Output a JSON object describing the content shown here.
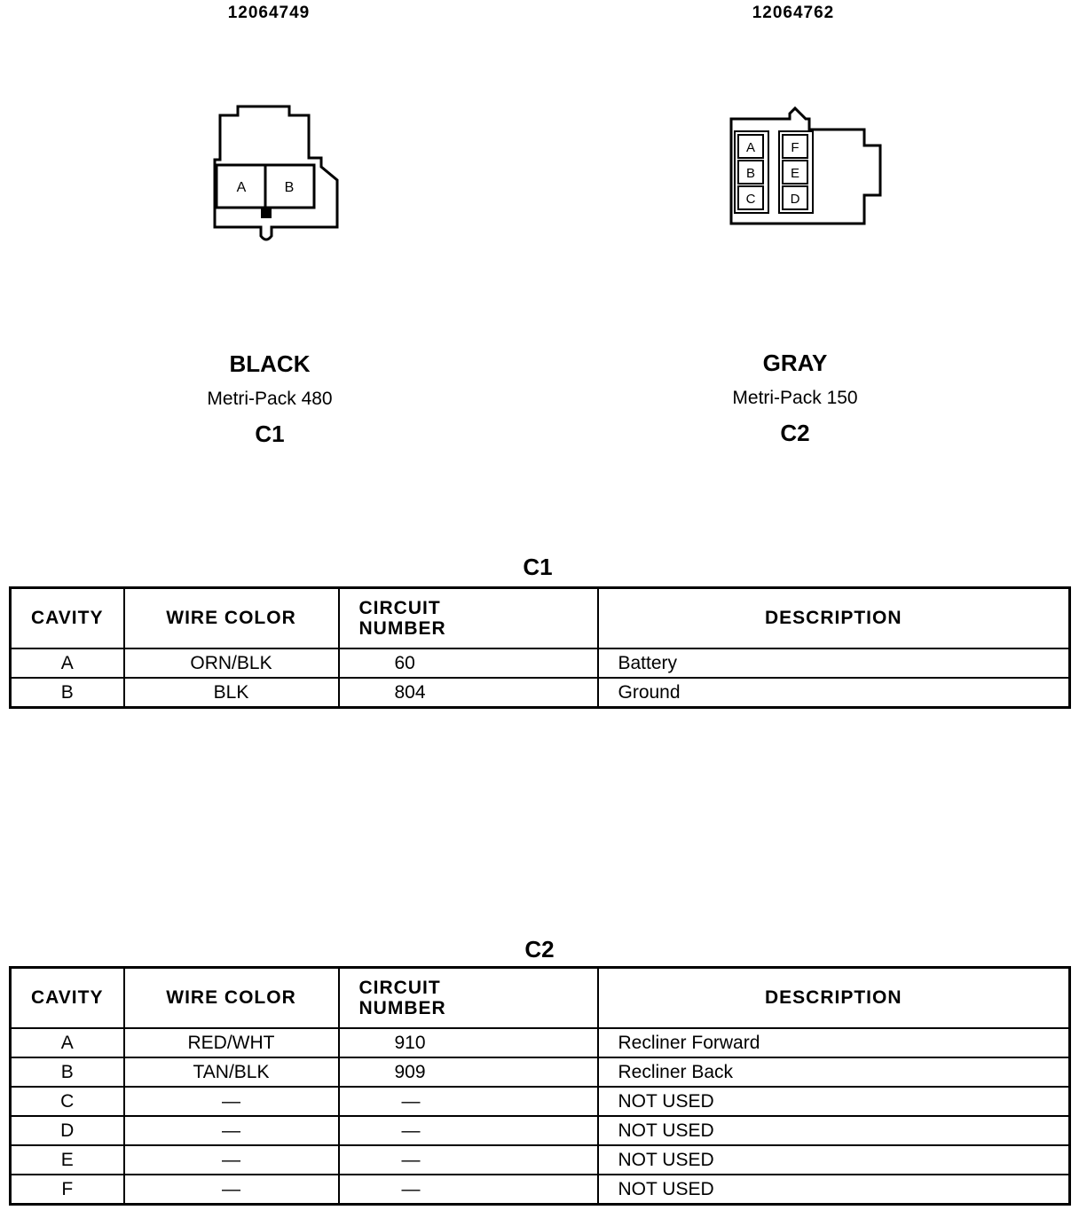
{
  "connectors": [
    {
      "part_number": "12064749",
      "color": "BLACK",
      "type": "Metri-Pack 480",
      "id": "C1",
      "cavities": [
        "A",
        "B"
      ]
    },
    {
      "part_number": "12064762",
      "color": "GRAY",
      "type": "Metri-Pack 150",
      "id": "C2",
      "cavities": [
        "A",
        "B",
        "C",
        "F",
        "E",
        "D"
      ]
    }
  ],
  "tables": [
    {
      "title": "C1",
      "headers": [
        "CAVITY",
        "WIRE COLOR",
        "CIRCUIT\nNUMBER",
        "DESCRIPTION"
      ],
      "rows": [
        [
          "A",
          "ORN/BLK",
          "60",
          "Battery"
        ],
        [
          "B",
          "BLK",
          "804",
          "Ground"
        ]
      ]
    },
    {
      "title": "C2",
      "headers": [
        "CAVITY",
        "WIRE COLOR",
        "CIRCUIT\nNUMBER",
        "DESCRIPTION"
      ],
      "rows": [
        [
          "A",
          "RED/WHT",
          "910",
          "Recliner Forward"
        ],
        [
          "B",
          "TAN/BLK",
          "909",
          "Recliner Back"
        ],
        [
          "C",
          "—",
          "—",
          "NOT USED"
        ],
        [
          "D",
          "—",
          "—",
          "NOT USED"
        ],
        [
          "E",
          "—",
          "—",
          "NOT USED"
        ],
        [
          "F",
          "—",
          "—",
          "NOT USED"
        ]
      ]
    }
  ]
}
